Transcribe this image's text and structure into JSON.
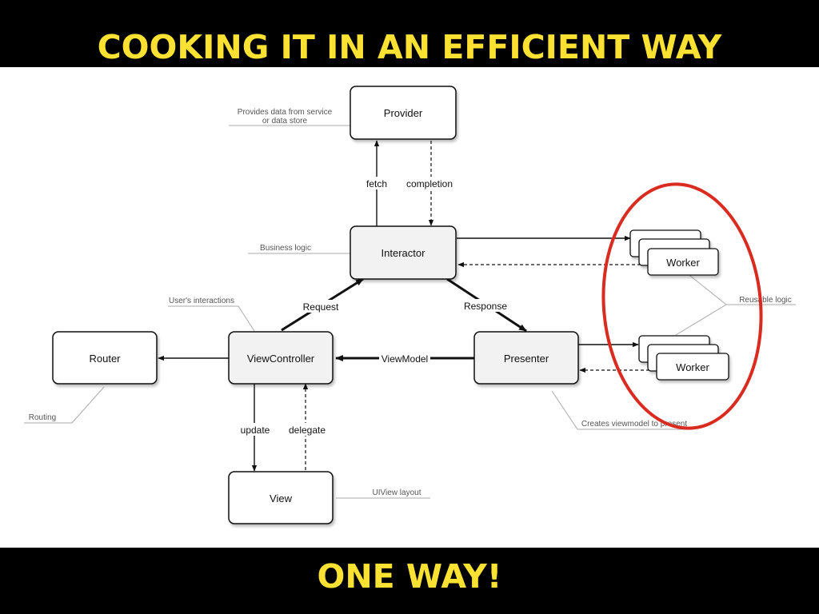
{
  "slide": {
    "title": "COOKING IT IN AN EFFICIENT WAY",
    "footer": "ONE WAY!"
  },
  "nodes": {
    "provider": "Provider",
    "interactor": "Interactor",
    "router": "Router",
    "view_controller": "ViewController",
    "presenter": "Presenter",
    "view": "View",
    "worker_top": "Worker",
    "worker_bottom": "Worker"
  },
  "edges": {
    "fetch": "fetch",
    "completion": "completion",
    "request": "Request",
    "response": "Response",
    "view_model": "ViewModel",
    "update": "update",
    "delegate": "delegate"
  },
  "notes": {
    "provider_line1": "Provides data from service",
    "provider_line2": "or data store",
    "business_logic": "Business logic",
    "users_interactions": "User's interactions",
    "routing": "Routing",
    "reusable_logic": "Reusable logic",
    "creates_viewmodel": "Creates viewmodel to present",
    "uiview_layout": "UIView layout"
  },
  "colors": {
    "title_yellow": "#fbe232",
    "highlight_circle": "#d92b1f"
  }
}
